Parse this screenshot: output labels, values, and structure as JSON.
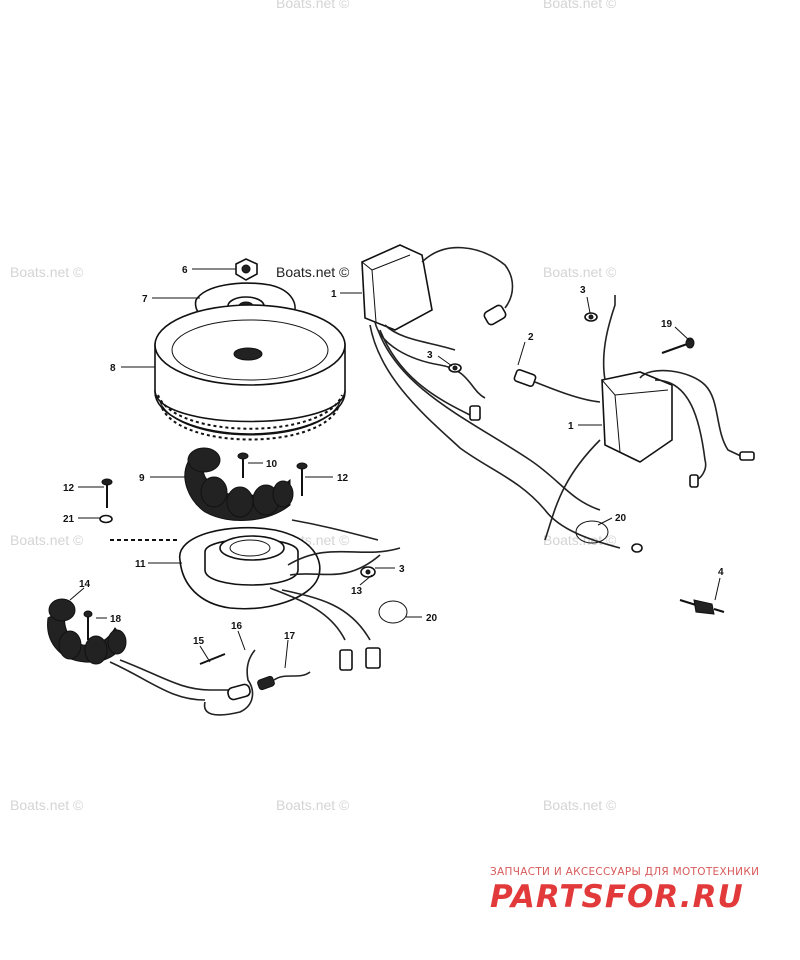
{
  "watermarks": [
    "Boats.net ©"
  ],
  "callouts": [
    "1",
    "2",
    "3",
    "4",
    "6",
    "7",
    "8",
    "9",
    "10",
    "11",
    "12",
    "13",
    "14",
    "15",
    "16",
    "17",
    "18",
    "19",
    "20",
    "21"
  ],
  "brand": {
    "tagline": "ЗАПЧАСТИ И АКСЕССУАРЫ ДЛЯ МОТОТЕХНИКИ",
    "name": "PARTSFOR.RU",
    "color": "#e23a3a"
  }
}
